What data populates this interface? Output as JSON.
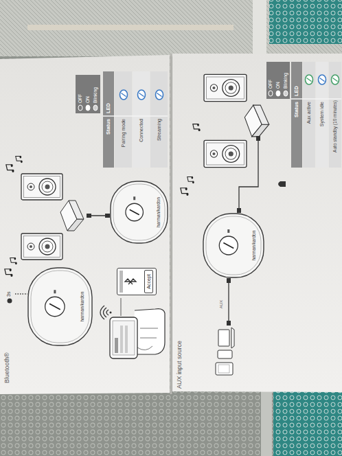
{
  "diagram": {
    "nodes": [
      {
        "text": [
          "harman/kardon"
        ]
      },
      {
        "text": [
          "Accept"
        ]
      },
      {
        "text": [
          "harman/kardon"
        ]
      },
      {
        "text": [
          "harman/kardon"
        ]
      }
    ],
    "labels": [
      "Bluetooth®",
      "3s",
      "Status",
      "LED",
      "Pairing mode",
      "Connected",
      "Streaming",
      "AUX input source",
      "AUX",
      "Status",
      "LED",
      "Aux active",
      "System idle",
      "Auto standby (10 minutes)"
    ],
    "legend": [
      {
        "text": "OFF"
      },
      {
        "text": "ON"
      },
      {
        "text": "Blinking"
      },
      {
        "text": "OFF"
      },
      {
        "text": "ON"
      },
      {
        "text": "Blinking"
      }
    ]
  }
}
